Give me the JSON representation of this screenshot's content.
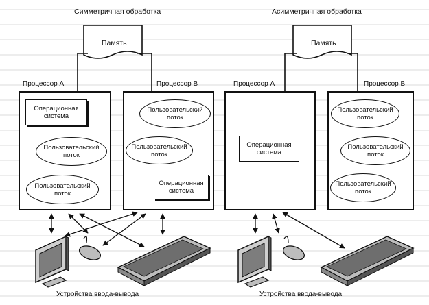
{
  "sym": {
    "title": "Симметричная обработка",
    "memory": "Память",
    "proc_a": {
      "label": "Процессор А",
      "os": "Операционная система",
      "threads": [
        "Пользовательский поток",
        "Пользовательский поток"
      ]
    },
    "proc_b": {
      "label": "Процессор В",
      "threads": [
        "Пользовательский поток",
        "Пользовательский поток"
      ],
      "os": "Операционная система"
    },
    "io": "Устройства ввода-вывода"
  },
  "asym": {
    "title": "Асимметричная обработка",
    "memory": "Память",
    "proc_a": {
      "label": "Процессор А",
      "os": "Операционная система"
    },
    "proc_b": {
      "label": "Процессор В",
      "threads": [
        "Пользовательский поток",
        "Пользовательский поток",
        "Пользовательский поток"
      ]
    },
    "io": "Устройства ввода-вывода"
  },
  "icons": [
    "monitor-icon",
    "mouse-icon",
    "keyboard-icon"
  ],
  "colors": {
    "line": "#111111",
    "background": "#ffffff",
    "fill_gray": "#bdbdbd"
  }
}
